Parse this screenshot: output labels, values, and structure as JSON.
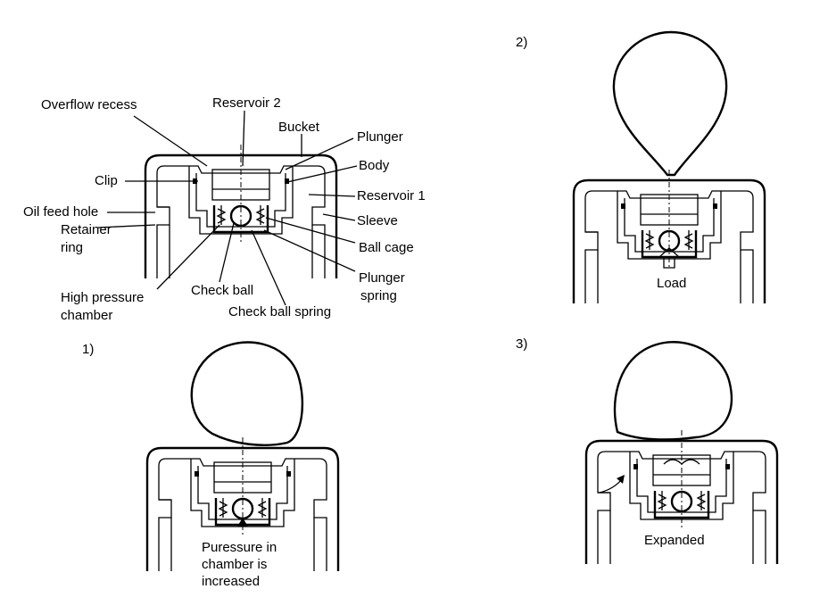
{
  "figure": {
    "main": {
      "labels": {
        "overflow_recess": "Overflow recess",
        "reservoir_2": "Reservoir 2",
        "bucket": "Bucket",
        "plunger": "Plunger",
        "body": "Body",
        "clip": "Clip",
        "reservoir_1": "Reservoir 1",
        "oil_feed_hole": "Oil feed hole",
        "sleeve": "Sleeve",
        "retainer_ring_line1": "Retainer",
        "retainer_ring_line2": "ring",
        "ball_cage": "Ball cage",
        "plunger_spring_line1": "Plunger",
        "plunger_spring_line2": "spring",
        "high_pressure_line1": "High pressure",
        "high_pressure_line2": "chamber",
        "check_ball": "Check ball",
        "check_ball_spring": "Check ball spring"
      }
    },
    "panel_1": {
      "number": "1)",
      "caption_line1": "Puressure in",
      "caption_line2": "chamber is",
      "caption_line3": "increased"
    },
    "panel_2": {
      "number": "2)",
      "caption": "Load"
    },
    "panel_3": {
      "number": "3)",
      "caption": "Expanded"
    }
  }
}
